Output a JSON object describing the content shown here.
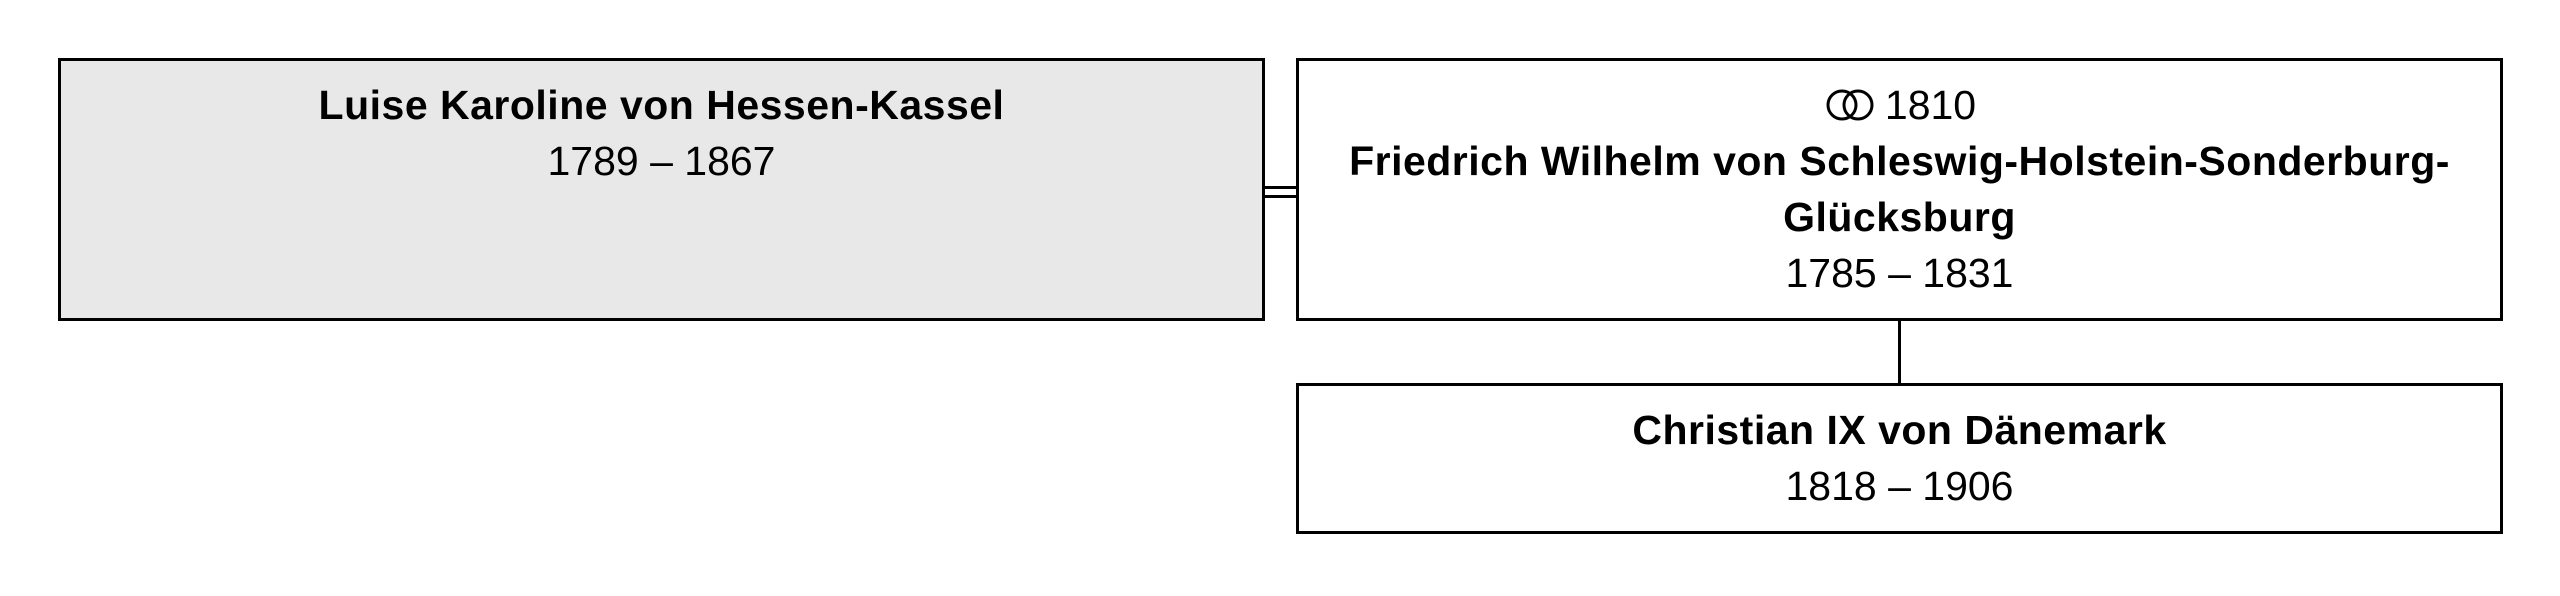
{
  "persons": {
    "luise": {
      "name": "Luise Karoline von Hessen-Kassel",
      "dates": "1789 – 1867"
    },
    "friedrich": {
      "marriage_year": "1810",
      "name": "Friedrich Wilhelm von Schleswig-Holstein-Sonderburg-Glücksburg",
      "dates": "1785 – 1831"
    },
    "christian": {
      "name": "Christian IX von Dänemark",
      "dates": "1818 – 1906"
    }
  },
  "icons": {
    "marriage": "wedding-rings-icon"
  },
  "colors": {
    "highlight_box": "#e8e8e8",
    "box": "#ffffff",
    "border": "#000000"
  }
}
